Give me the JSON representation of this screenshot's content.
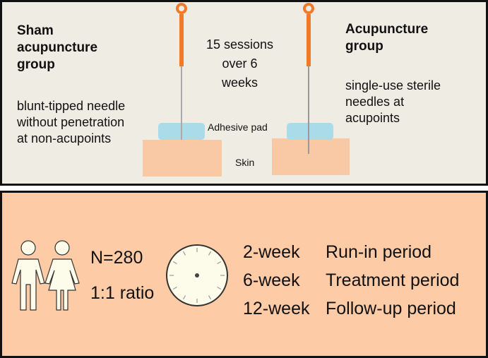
{
  "sham": {
    "title_lines": [
      "Sham",
      "acupuncture",
      "group"
    ],
    "desc_lines": [
      "blunt-tipped needle",
      "without penetration",
      "at non-acupoints"
    ]
  },
  "acu": {
    "title_lines": [
      "Acupuncture",
      "group"
    ],
    "desc_lines": [
      "single-use sterile",
      "needles at",
      "acupoints"
    ]
  },
  "sessions_lines": [
    "15 sessions",
    "over 6",
    "weeks"
  ],
  "labels": {
    "pad": "Adhesive pad",
    "skin": "Skin"
  },
  "participants": {
    "n": "N=280",
    "ratio": "1:1 ratio"
  },
  "periods": [
    {
      "duration": "2-week",
      "name": "Run-in period"
    },
    {
      "duration": "6-week",
      "name": "Treatment period"
    },
    {
      "duration": "12-week",
      "name": "Follow-up period"
    }
  ],
  "colors": {
    "needle_handle": "#f07a2a",
    "pad": "#a9dbe8",
    "skin": "#f9c9a6",
    "top_bg": "#efece3",
    "bottom_bg": "#fdcba6"
  }
}
